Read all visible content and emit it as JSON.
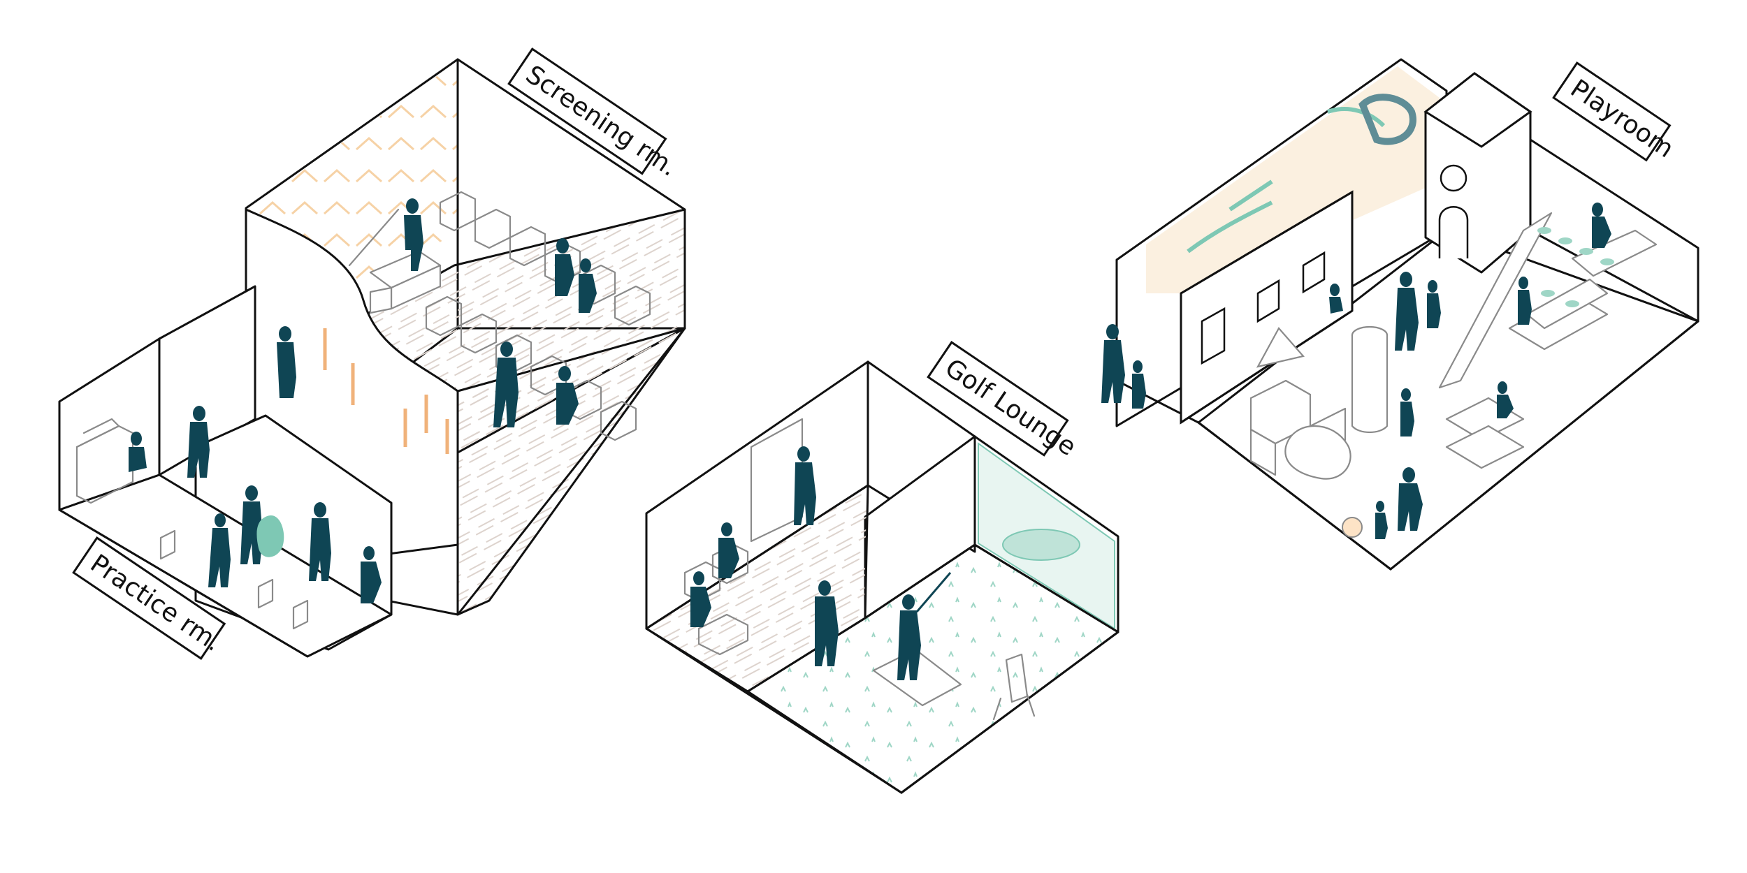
{
  "labels": {
    "screening": "Screening rm.",
    "practice": "Practice rm.",
    "golf": "Golf Lounge",
    "playroom": "Playroom"
  },
  "colors": {
    "silhouette": "#0f4554",
    "accent_mint": "#7ec8b4",
    "accent_peach": "#f6d2a6",
    "accent_steel": "#5f8d96",
    "line": "#111111",
    "furniture": "#8a8a8a",
    "floor_tint": "#efe9e4"
  }
}
